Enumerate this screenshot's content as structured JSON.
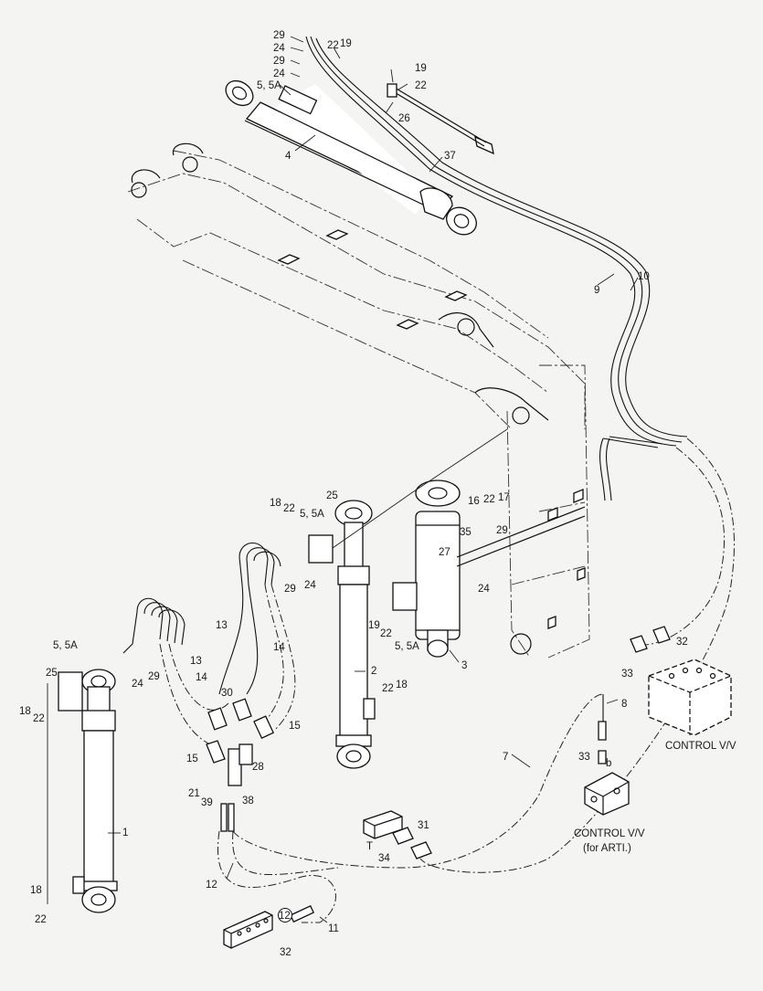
{
  "callouts": {
    "c29a": "29",
    "c24a": "24",
    "c29b": "29",
    "c24b": "24",
    "c22a": "22",
    "c19a": "19",
    "c19b": "19",
    "c22b": "22",
    "c26": "26",
    "c55a": "5, 5A",
    "c4": "4",
    "c37": "37",
    "c9": "9",
    "c10": "10",
    "c18a": "18",
    "c22c": "22",
    "c55b": "5, 5A",
    "c25a": "25",
    "c16": "16",
    "c22d": "22",
    "c17": "17",
    "c35": "35",
    "c29c": "29",
    "c27": "27",
    "c29d": "29",
    "c24c": "24",
    "c24d": "24",
    "c19c": "19",
    "c22e": "22",
    "c55c": "5, 5A",
    "c3": "3",
    "c13a": "13",
    "c14a": "14",
    "c55d": "5, 5A",
    "c25b": "25",
    "c24e": "24",
    "c29e": "29",
    "c13b": "13",
    "c14b": "14",
    "c30": "30",
    "c15a": "15",
    "c15b": "15",
    "c28": "28",
    "c21": "21",
    "c39": "39",
    "c38": "38",
    "c2": "2",
    "c22f": "22",
    "c18b": "18",
    "c18c": "18",
    "c22g": "22",
    "c1": "1",
    "c18d": "18",
    "c22h": "22",
    "c7": "7",
    "c8": "8",
    "c32a": "32",
    "c33a": "33",
    "c33b": "33",
    "cb": "b",
    "c31": "31",
    "cT": "T",
    "c34": "34",
    "c12a": "12",
    "c12b": "12",
    "c11": "11",
    "c32b": "32"
  },
  "labels": {
    "control_vv": "CONTROL V/V",
    "control_vv_arti_1": "CONTROL V/V",
    "control_vv_arti_2": "(for ARTI.)"
  }
}
